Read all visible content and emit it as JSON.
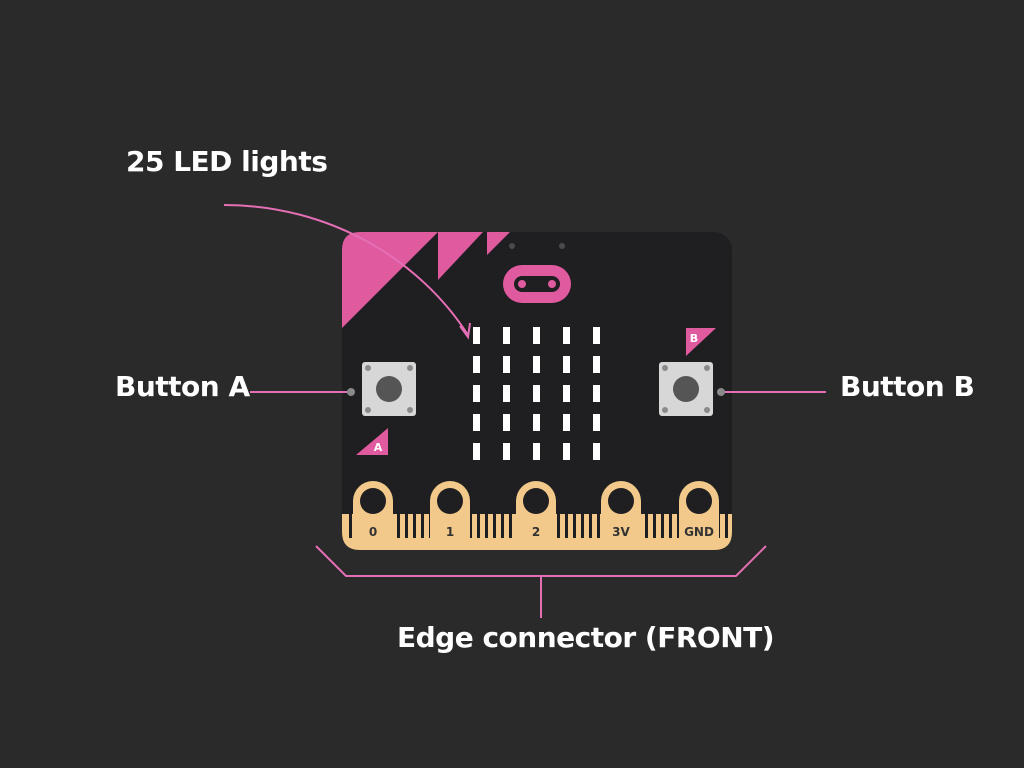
{
  "labels": {
    "led_lights": "25 LED lights",
    "button_a": "Button A",
    "button_b": "Button B",
    "edge_connector": "Edge connector (FRONT)"
  },
  "board": {
    "button_a_letter": "A",
    "button_b_letter": "B",
    "pins": [
      "0",
      "1",
      "2",
      "3V",
      "GND"
    ],
    "led_rows": 5,
    "led_cols": 5
  },
  "colors": {
    "background": "#2b2a2b",
    "board": "#1f1e21",
    "accent_pink": "#e05aa0",
    "gold": "#f2c98a",
    "led": "#ffffff",
    "button_body": "#d7d7d7",
    "button_cap": "#555555",
    "callout_line": "#e56fb5"
  }
}
